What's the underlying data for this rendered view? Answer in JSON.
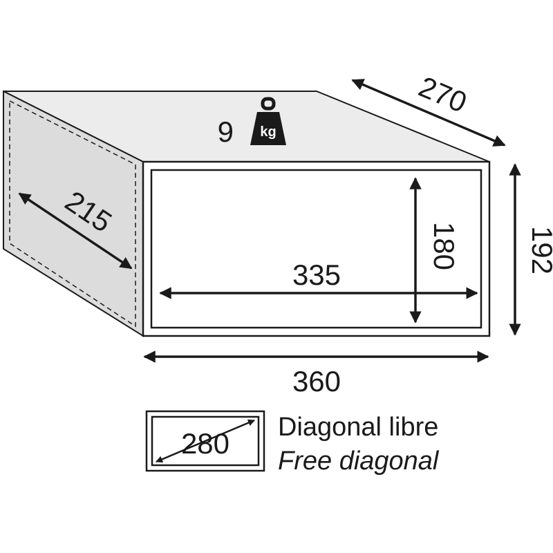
{
  "dimensions": {
    "depth": "270",
    "outer_height": "192",
    "inner_height": "180",
    "inner_width": "335",
    "side_depth": "215",
    "outer_width": "360"
  },
  "weight": {
    "value": "9",
    "unit": "kg",
    "icon": "weight-icon"
  },
  "legend": {
    "diagonal_value": "280",
    "label_fr": "Diagonal libre",
    "label_en": "Free diagonal"
  },
  "colors": {
    "top_face": "#ececec",
    "side_face": "#dcdcdc",
    "front_face": "#ffffff",
    "stroke": "#1a1a1a"
  }
}
